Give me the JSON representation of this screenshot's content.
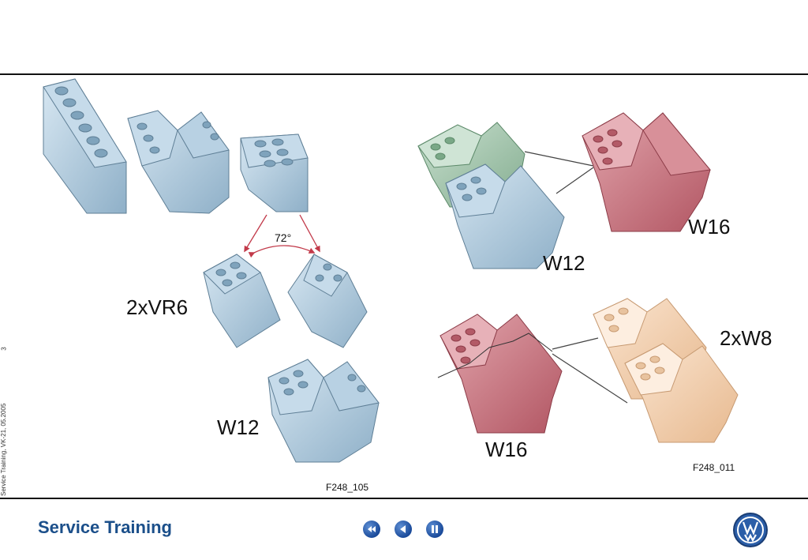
{
  "left_figure": {
    "angle_label": "72°",
    "vr6_label": "2xVR6",
    "w12_label": "W12",
    "figure_id": "F248_105"
  },
  "right_figure": {
    "w16_top_label": "W16",
    "w12_label": "W12",
    "w8_label": "2xW8",
    "w16_bottom_label": "W16",
    "figure_id": "F248_011"
  },
  "sidebar": {
    "page_number": "3",
    "footer_note": "Service Training, VK-21, 05.2005"
  },
  "footer": {
    "brand": "Service Training",
    "nav": [
      "first-page-icon",
      "previous-icon",
      "pause-icon"
    ]
  },
  "colors": {
    "blue": "#a9c6da",
    "green": "#9dc0a6",
    "red": "#c8707c",
    "peach": "#f2cfae",
    "brand": "#1b4f8a"
  }
}
